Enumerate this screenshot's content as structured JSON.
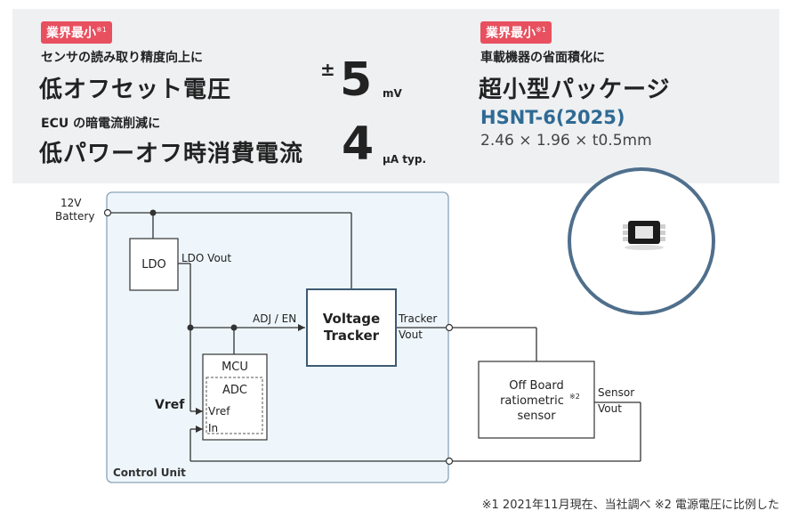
{
  "banner": {
    "left": {
      "badge": "業界最小",
      "badge_note": "※1",
      "line1_sub": "センサの読み取り精度向上に",
      "line1_big": "低オフセット電圧",
      "line1_pm": "±",
      "line1_value": "5",
      "line1_unit": "mV",
      "line2_sub": "ECU の暗電流削減に",
      "line2_big": "低パワーオフ時消費電流",
      "line2_value": "4",
      "line2_unit": "µA typ."
    },
    "right": {
      "badge": "業界最小",
      "badge_note": "※1",
      "sub": "車載機器の省面積化に",
      "big": "超小型パッケージ",
      "package_name": "HSNT-6(2025)",
      "package_dims": "2.46 × 1.96 × t0.5mm"
    }
  },
  "diagram": {
    "battery_label_1": "12V",
    "battery_label_2": "Battery",
    "ldo": "LDO",
    "ldo_vout": "LDO Vout",
    "adj_en": "ADJ / EN",
    "tracker_1": "Voltage",
    "tracker_2": "Tracker",
    "tracker_out_1": "Tracker",
    "tracker_out_2": "Vout",
    "mcu": "MCU",
    "adc": "ADC",
    "vref_outer": "Vref",
    "vref_inner": "Vref",
    "in": "In",
    "control_unit": "Control Unit",
    "sensor_1": "Off Board",
    "sensor_2": "ratiometric",
    "sensor_note": "※2",
    "sensor_3": "sensor",
    "sensor_vout_1": "Sensor",
    "sensor_vout_2": "Vout"
  },
  "footnote": "※1 2021年11月現在、当社調べ  ※2 電源電圧に比例した",
  "colors": {
    "badge": "#e8505f",
    "package_name": "#2f6a94",
    "control_unit_fill": "#eef6fb",
    "control_unit_border": "#8aa2b6",
    "tracker_border": "#3d5a73",
    "circle_border": "#4f6f8c"
  }
}
